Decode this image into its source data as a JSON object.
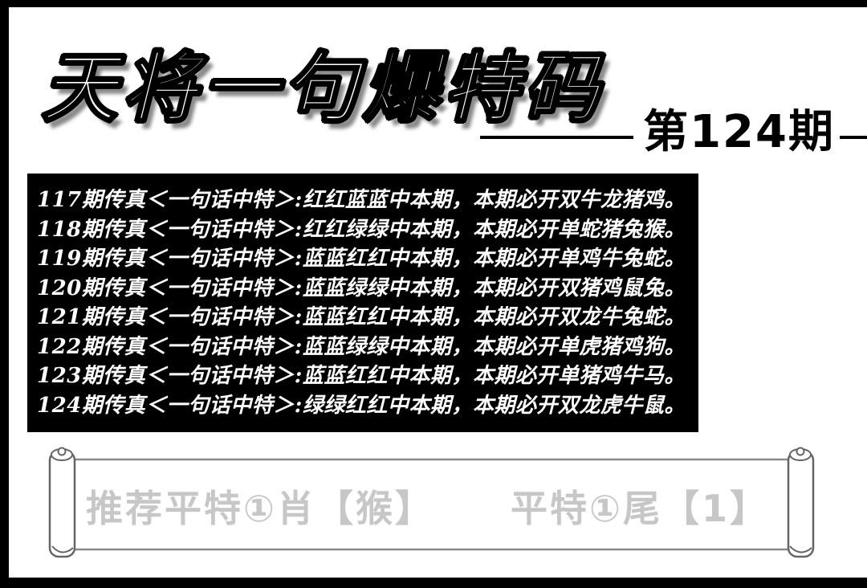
{
  "header": {
    "title": "天将一句爆特码",
    "issue_label": "第124期"
  },
  "predictions": {
    "rows": [
      "117期传真＜一句话中特＞:红红蓝蓝中本期，本期必开双牛龙猪鸡。",
      "118期传真＜一句话中特＞:红红绿绿中本期，本期必开单蛇猪兔猴。",
      "119期传真＜一句话中特＞:蓝蓝红红中本期，本期必开单鸡牛兔蛇。",
      "120期传真＜一句话中特＞:蓝蓝绿绿中本期，本期必开双猪鸡鼠兔。",
      "121期传真＜一句话中特＞:蓝蓝红红中本期，本期必开双龙牛兔蛇。",
      "122期传真＜一句话中特＞:蓝蓝绿绿中本期，本期必开单虎猪鸡狗。",
      "123期传真＜一句话中特＞:蓝蓝红红中本期，本期必开单猪鸡牛马。",
      "124期传真＜一句话中特＞:绿绿红红中本期，本期必开双龙虎牛鼠。"
    ]
  },
  "footer": {
    "recommend_text": "推荐平特①肖【猴】",
    "tail_text": "平特①尾【1】"
  },
  "icons": {
    "scroll": "scroll-banner-graphic"
  },
  "colors": {
    "frame": "#000000",
    "panel_bg": "#000000",
    "panel_text": "#ffffff",
    "title_fill": "#ffffff",
    "title_outline": "#000000",
    "issue_text": "#000000",
    "scroll_outline": "#777777",
    "scroll_text": "#c7c7c7"
  }
}
